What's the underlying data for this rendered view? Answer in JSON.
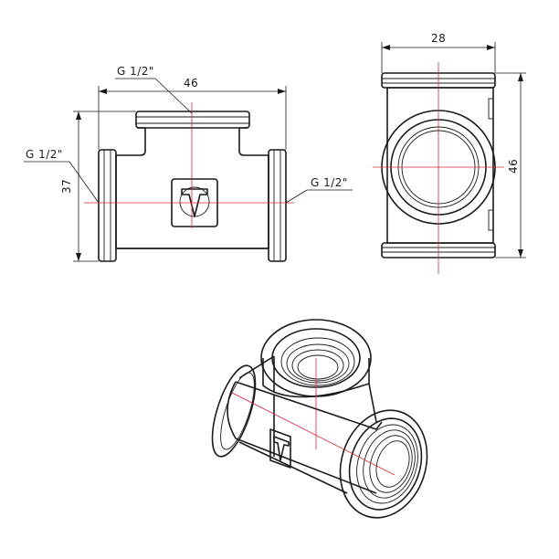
{
  "front_view": {
    "dim_width": "46",
    "dim_height": "37",
    "thread_top": "G 1/2\"",
    "thread_left": "G 1/2\"",
    "thread_right": "G 1/2\""
  },
  "side_view": {
    "dim_width": "28",
    "dim_height": "46"
  },
  "colors": {
    "line": "#1a1a1a",
    "center_axis": "#e0243a",
    "background": "#ffffff"
  }
}
